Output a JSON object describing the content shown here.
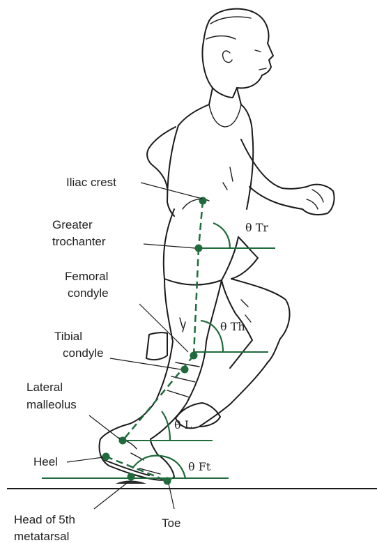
{
  "labels": {
    "iliac_crest": "Iliac crest",
    "greater_trochanter": [
      "Greater",
      "trochanter"
    ],
    "femoral_condyle": [
      "Femoral",
      "condyle"
    ],
    "tibial_condyle": [
      "Tibial",
      "condyle"
    ],
    "lateral_malleolus": [
      "Lateral",
      "malleolus"
    ],
    "heel": "Heel",
    "head_5th_metatarsal": [
      "Head of 5th",
      "metatarsal"
    ],
    "toe": "Toe"
  },
  "angles": {
    "trunk": "θ Tr",
    "thigh": "θ Th",
    "leg": "θ L",
    "foot": "θ Ft"
  },
  "colors": {
    "marker": "#1f6b3c",
    "ink": "#1a1a1a",
    "text": "#222222"
  }
}
